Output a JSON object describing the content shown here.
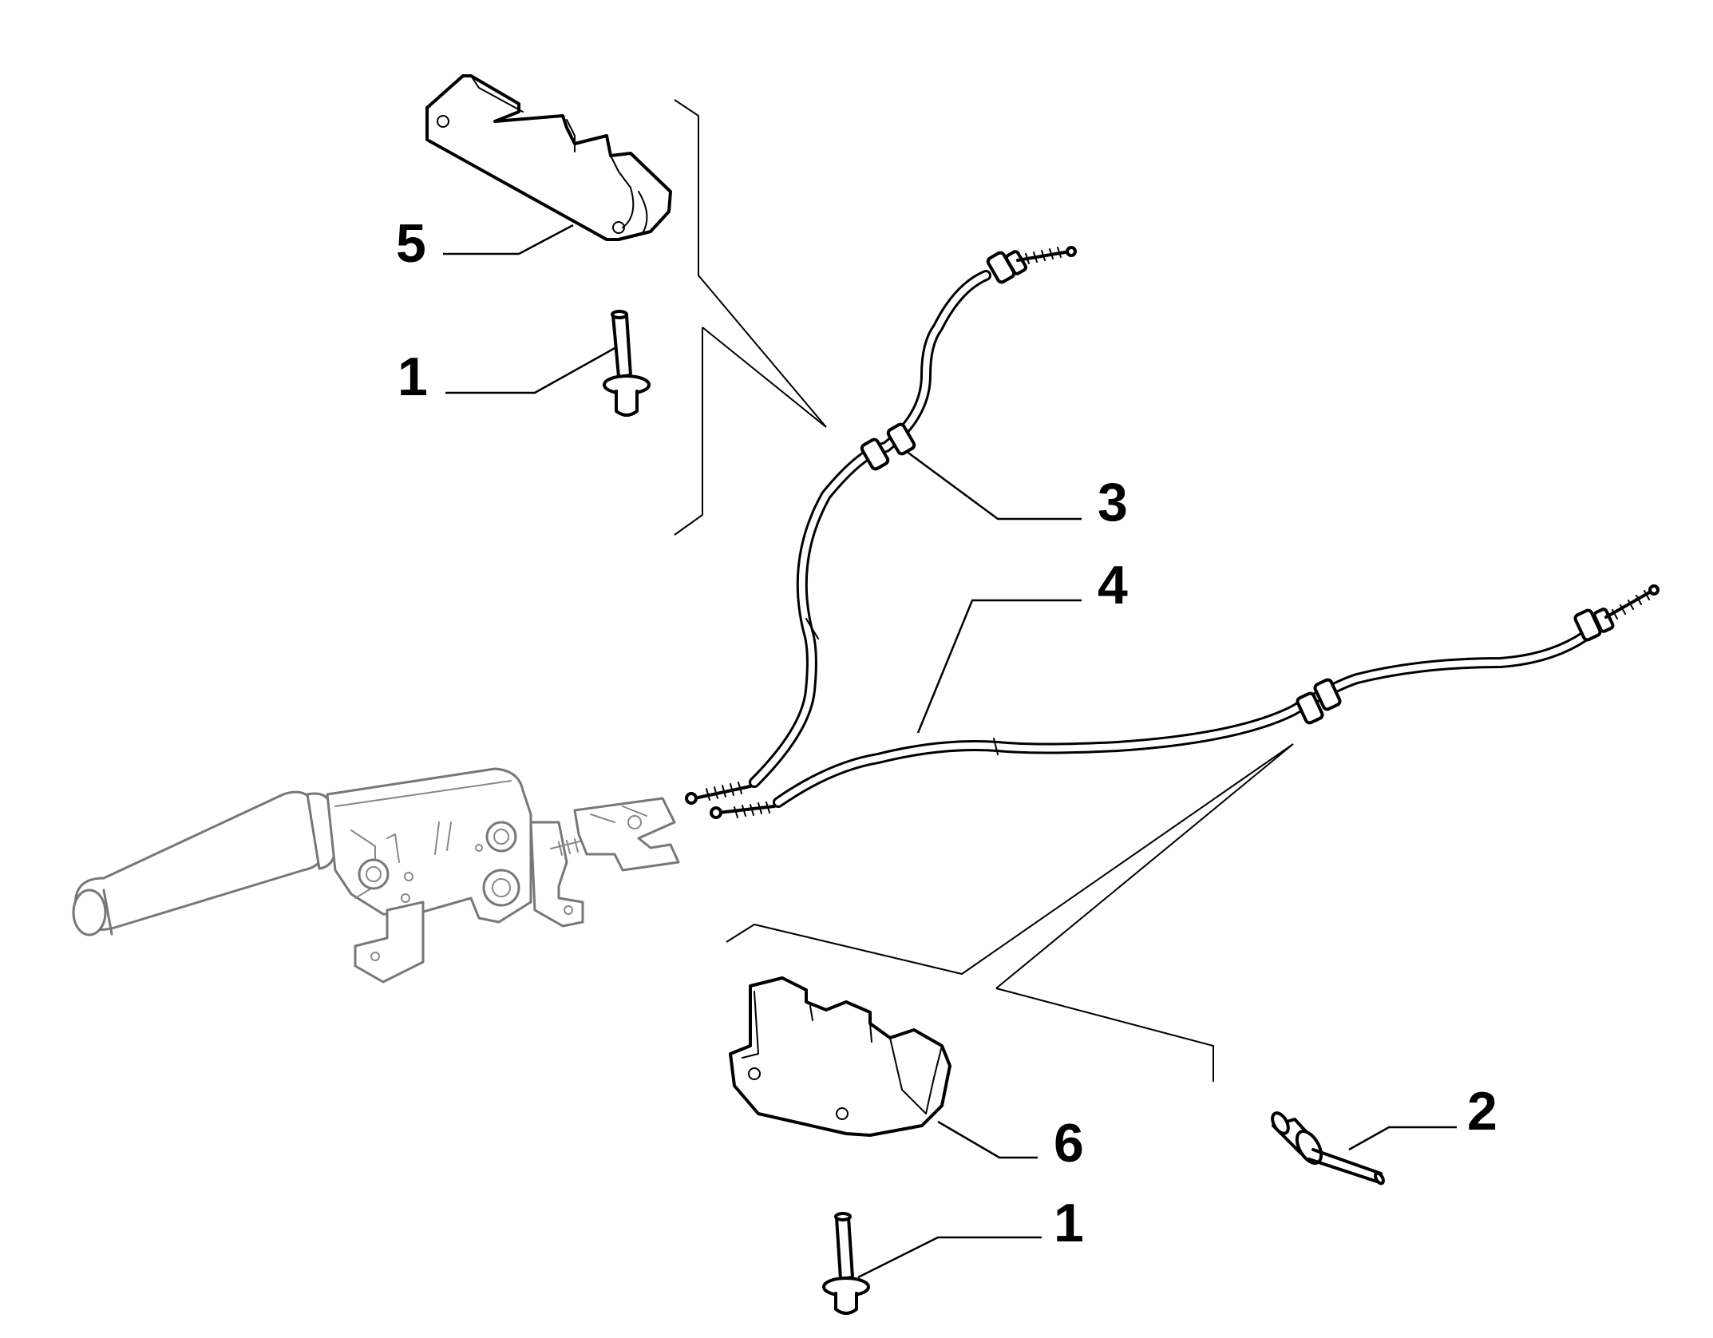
{
  "diagram": {
    "callouts": [
      {
        "id": "label-5",
        "text": "5"
      },
      {
        "id": "label-1-top",
        "text": "1"
      },
      {
        "id": "label-3",
        "text": "3"
      },
      {
        "id": "label-4",
        "text": "4"
      },
      {
        "id": "label-2",
        "text": "2"
      },
      {
        "id": "label-6",
        "text": "6"
      },
      {
        "id": "label-1-bottom",
        "text": "1"
      }
    ],
    "parts": [
      {
        "name": "parking-brake-lever",
        "callout": ""
      },
      {
        "name": "cable-guide-upper",
        "callout": "5"
      },
      {
        "name": "cable-guide-lower",
        "callout": "6"
      },
      {
        "name": "stud-upper",
        "callout": "1"
      },
      {
        "name": "stud-lower",
        "callout": "1"
      },
      {
        "name": "rivet",
        "callout": "2"
      },
      {
        "name": "brake-cable-left",
        "callout": "3"
      },
      {
        "name": "brake-cable-right",
        "callout": "4"
      }
    ]
  }
}
